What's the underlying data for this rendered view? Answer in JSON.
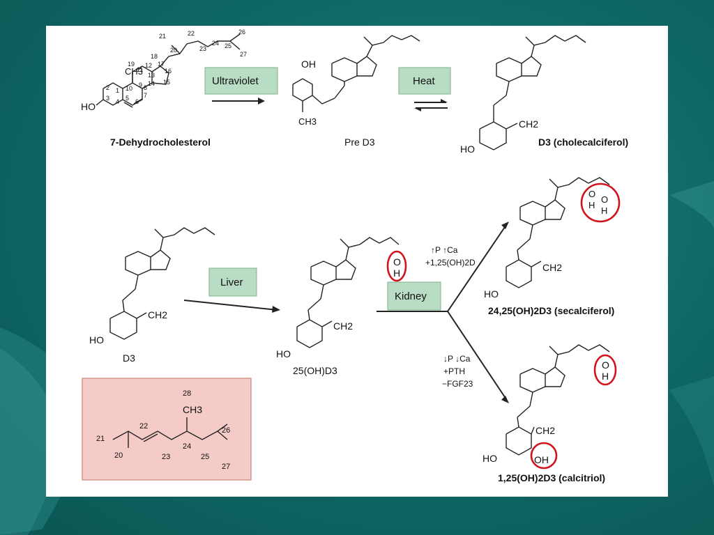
{
  "steps": {
    "ultraviolet": "Ultraviolet",
    "heat": "Heat",
    "liver": "Liver",
    "kidney": "Kidney"
  },
  "compounds": {
    "dehydrocholesterol": "7-Dehydrocholesterol",
    "pre_d3": "Pre D3",
    "d3_cholecalciferol": "D3 (cholecalciferol)",
    "d3": "D3",
    "hydroxy25": "25(OH)D3",
    "secalciferol": "24,25(OH)2D3 (secalciferol)",
    "calcitriol": "1,25(OH)2D3 (calcitriol)"
  },
  "regulation": {
    "upper": [
      "↑P ↑Ca",
      "+1,25(OH)2D"
    ],
    "lower": [
      "↓P ↓Ca",
      "+PTH",
      "−FGF23"
    ]
  },
  "atoms": {
    "HO": "HO",
    "OH": "OH",
    "O": "O",
    "H": "H",
    "CH3": "CH3",
    "CH2": "CH2"
  },
  "numbering": [
    "1",
    "2",
    "3",
    "4",
    "5",
    "6",
    "7",
    "8",
    "9",
    "10",
    "11",
    "12",
    "13",
    "14",
    "15",
    "16",
    "17",
    "18",
    "19",
    "20",
    "21",
    "22",
    "23",
    "24",
    "25",
    "26",
    "27",
    "28"
  ],
  "colors": {
    "background": "#0e6664",
    "box_green": "#b9dcc4",
    "box_pink": "#f4cbc6",
    "highlight_circle": "#d0141b"
  }
}
